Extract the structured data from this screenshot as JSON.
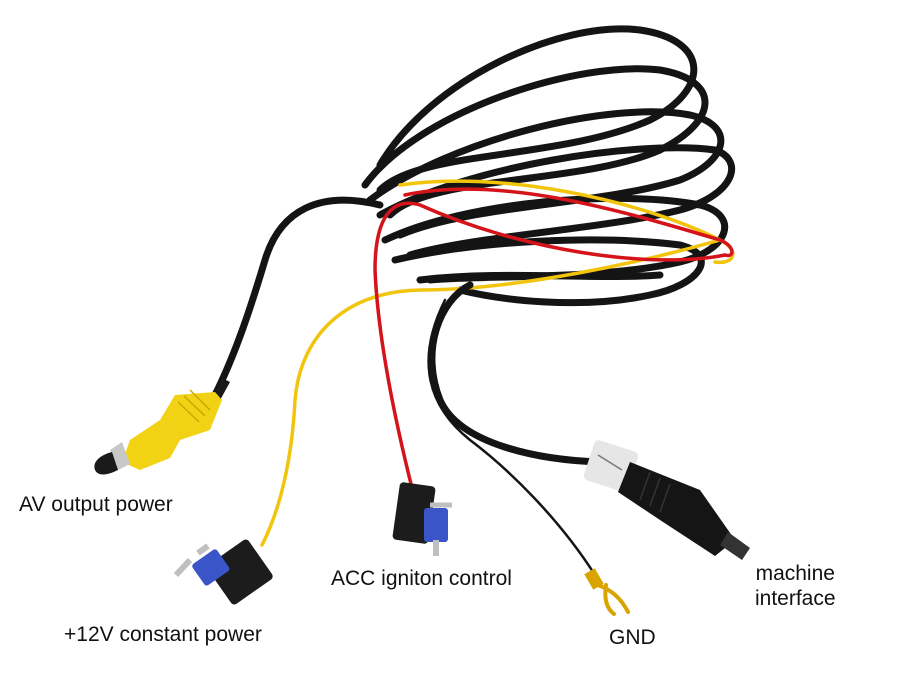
{
  "labels": {
    "av_output": "AV output power",
    "constant_power": "+12V constant power",
    "acc_control": "ACC igniton control",
    "gnd": "GND",
    "machine_line1": "machine",
    "machine_line2": "interface"
  },
  "colors": {
    "cable_black": "#141414",
    "wire_red": "#d4141a",
    "wire_yellow": "#f2c40c",
    "rca_yellow": "#f2d215",
    "fuse_blue": "#3a55c8",
    "background": "#ffffff"
  }
}
